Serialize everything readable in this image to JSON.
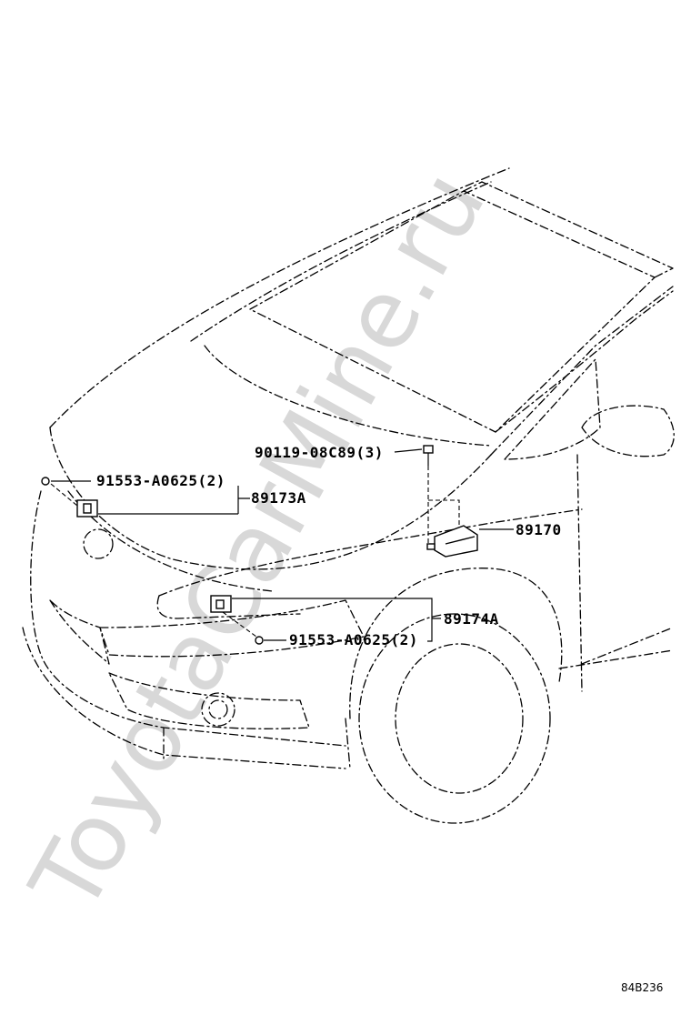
{
  "labels": {
    "bolt_top": "90119-08C89(3)",
    "screw_left": "91553-A0625(2)",
    "sensor_left": "89173A",
    "ecu": "89170",
    "sensor_front": "89174A",
    "screw_front": "91553-A0625(2)"
  },
  "figure_code": "84B236",
  "watermark": "ToyotaCarMine.ru"
}
